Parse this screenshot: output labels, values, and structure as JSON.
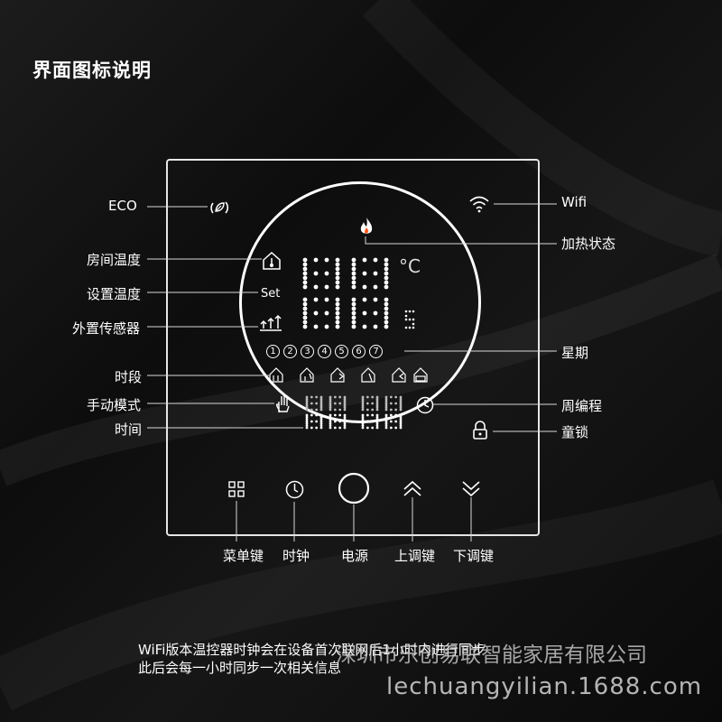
{
  "title": "界面图标说明",
  "labels": {
    "eco": "ECO",
    "room_temp": "房间温度",
    "set_temp": "设置温度",
    "external_sensor": "外置传感器",
    "period": "时段",
    "manual_mode": "手动模式",
    "time": "时间",
    "wifi": "Wifi",
    "heating_status": "加热状态",
    "weekday": "星期",
    "weekly_program": "周编程",
    "child_lock": "童锁"
  },
  "display": {
    "set_text": "Set",
    "celsius": "°C",
    "days": [
      "1",
      "2",
      "3",
      "4",
      "5",
      "6",
      "7"
    ]
  },
  "buttons": {
    "menu": "菜单键",
    "clock": "时钟",
    "power": "电源",
    "up": "上调键",
    "down": "下调键"
  },
  "note": {
    "line1": "WiFi版本温控器时钟会在设备首次联网后1小时内进行同步",
    "line2": "此后会每一小时同步一次相关信息"
  },
  "watermark": {
    "company": "深圳市乐创易联智能家居有限公司",
    "url": "lechuangyilian.1688.com"
  }
}
